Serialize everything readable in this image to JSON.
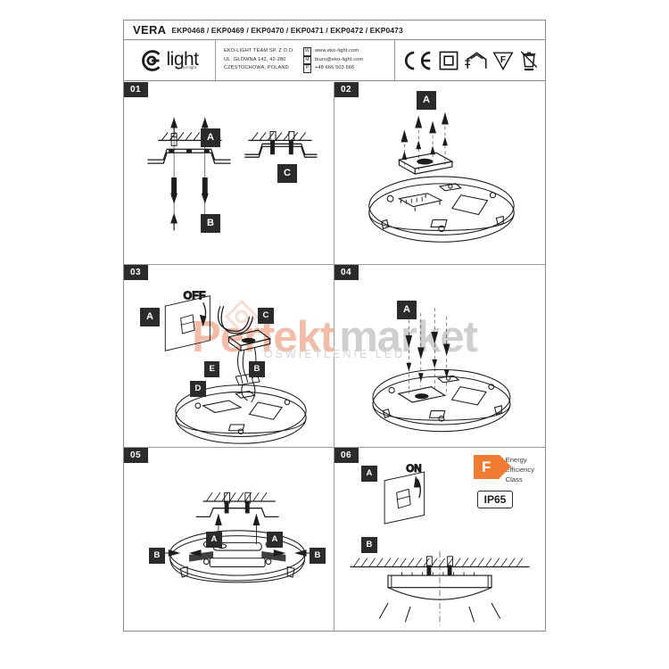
{
  "document": {
    "type": "installation-instruction-sheet",
    "product_name": "VERA",
    "product_codes": "EKP0468 / EKP0469 / EKP0470 / EKP0471 / EKP0472 / EKP0473"
  },
  "header": {
    "logo": {
      "wordmark": "light",
      "tagline": "by eko-light",
      "mark_icon": "eko-light-circle-logo"
    },
    "company": {
      "line1": "EKO-LIGHT TEAM SP. Z O.O.",
      "line2": "UL. GŁÓWNA 142, 42-280",
      "line3": "CZĘSTOCHOWA, POLAND"
    },
    "contact": {
      "web_key": "W",
      "web": "www.eko-light.com",
      "mail_key": "M",
      "mail": "biuro@eko-light.com",
      "phone_key": "P",
      "phone": "+48 666 503 666"
    },
    "certifications": [
      {
        "name": "ce-mark-icon",
        "label": "CE"
      },
      {
        "name": "class-ii-double-insulation-icon",
        "label": "Class II"
      },
      {
        "name": "suitable-for-mounting-surfaces-icon",
        "label": "Mounting surface"
      },
      {
        "name": "f-mark-triangle-icon",
        "label": "F"
      },
      {
        "name": "weee-crossed-out-bin-icon",
        "label": "WEEE"
      }
    ]
  },
  "steps": [
    {
      "number": "01",
      "name": "mount-bracket-to-ceiling",
      "labels": [
        {
          "text": "A",
          "meaning": "insert wall plugs into ceiling"
        },
        {
          "text": "B",
          "meaning": "drive screws through bracket"
        },
        {
          "text": "C",
          "meaning": "bracket fixed flush to ceiling"
        }
      ]
    },
    {
      "number": "02",
      "name": "remove-terminal-cover",
      "labels": [
        {
          "text": "A",
          "meaning": "lift off terminal block cover"
        }
      ]
    },
    {
      "number": "03",
      "name": "connect-mains-wiring",
      "switch_state": "OFF",
      "labels": [
        {
          "text": "A",
          "meaning": "switch mains power off"
        },
        {
          "text": "B",
          "meaning": "supply cable routed to terminal"
        },
        {
          "text": "C",
          "meaning": "mains cable entry"
        },
        {
          "text": "D",
          "meaning": "terminal block"
        },
        {
          "text": "E",
          "meaning": "conductors into terminals"
        }
      ]
    },
    {
      "number": "04",
      "name": "refit-terminal-cover",
      "labels": [
        {
          "text": "A",
          "meaning": "press cover back into place"
        }
      ]
    },
    {
      "number": "05",
      "name": "mount-luminaire-on-bracket",
      "labels": [
        {
          "text": "A",
          "meaning": "lift luminaire onto bracket"
        },
        {
          "text": "B",
          "meaning": "slide to lock both sides"
        }
      ]
    },
    {
      "number": "06",
      "name": "switch-on-and-finish",
      "switch_state": "ON",
      "labels": [
        {
          "text": "A",
          "meaning": "switch mains power on"
        },
        {
          "text": "B",
          "meaning": "installed luminaire emitting light"
        }
      ]
    }
  ],
  "ratings": {
    "energy_class_letter": "F",
    "energy_class_text_line1": "Energy",
    "energy_class_text_line2": "Efficiency",
    "energy_class_text_line3": "Class",
    "ingress_protection": "IP65",
    "energy_badge_color": "#F07B33"
  },
  "watermark": {
    "part1": "Perfekt",
    "part2": "market",
    "subtitle": "OŚWIETLENIE LED",
    "color1": "#f2bda8",
    "color2": "#cfcfcf"
  }
}
